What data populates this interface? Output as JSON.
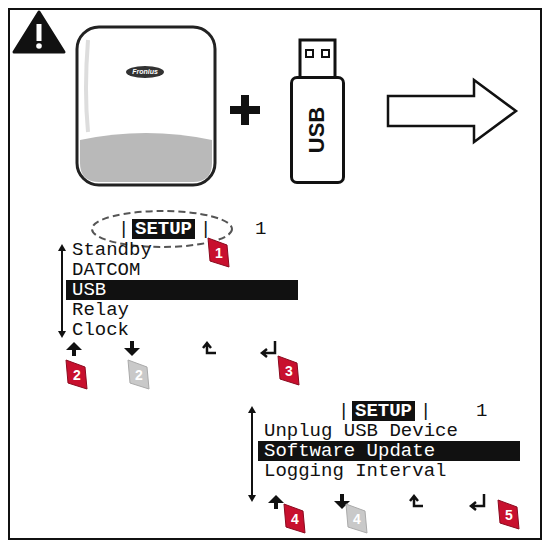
{
  "diagram": {
    "nodes": [
      {
        "text": [
          "USB"
        ]
      },
      {
        "text": [
          "SETUP"
        ]
      },
      {
        "text": [
          "USB"
        ]
      },
      {
        "text": [
          "SETUP"
        ]
      },
      {
        "text": [
          "Software Update"
        ]
      }
    ],
    "labels": [
      "Fronius",
      "|",
      "|",
      "1",
      "Standby",
      "DATCOM",
      "Relay",
      "Clock",
      "1",
      "2",
      "2",
      "3",
      "|",
      "|",
      "1",
      "Unplug USB Device",
      "Logging Interval",
      "4",
      "4",
      "5"
    ]
  }
}
